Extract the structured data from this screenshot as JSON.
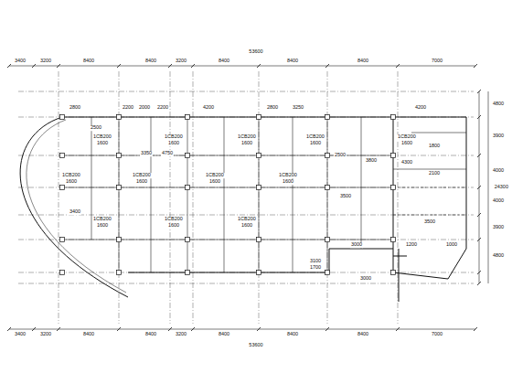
{
  "diagram": {
    "labels": [
      "3400",
      "3200",
      "8400",
      "8400",
      "3200",
      "8400",
      "8400",
      "8400",
      "7000",
      "53600",
      "3400",
      "3200",
      "8400",
      "8400",
      "3200",
      "8400",
      "8400",
      "8400",
      "7000",
      "53600",
      "4800",
      "3900",
      "4000",
      "4000",
      "3900",
      "4800",
      "24300",
      "2800",
      "2200",
      "2000",
      "2200",
      "4200",
      "2800",
      "3250",
      "4200",
      "1CB200",
      "1600",
      "1CB200",
      "1600",
      "1CB200",
      "1600",
      "1CB200",
      "1600",
      "1CB200",
      "1600",
      "1CB200",
      "1600",
      "1CB200",
      "1600",
      "1CB200",
      "1600",
      "1CB200",
      "1600",
      "1CB200",
      "1600",
      "1CB200",
      "1600",
      "1CB200",
      "1600",
      "3100",
      "1700",
      "2500",
      "3350",
      "4750",
      "2500",
      "3800",
      "1800",
      "2100",
      "4300",
      "3500",
      "3400",
      "3500",
      "3000",
      "1200",
      "1000",
      "3000"
    ]
  }
}
